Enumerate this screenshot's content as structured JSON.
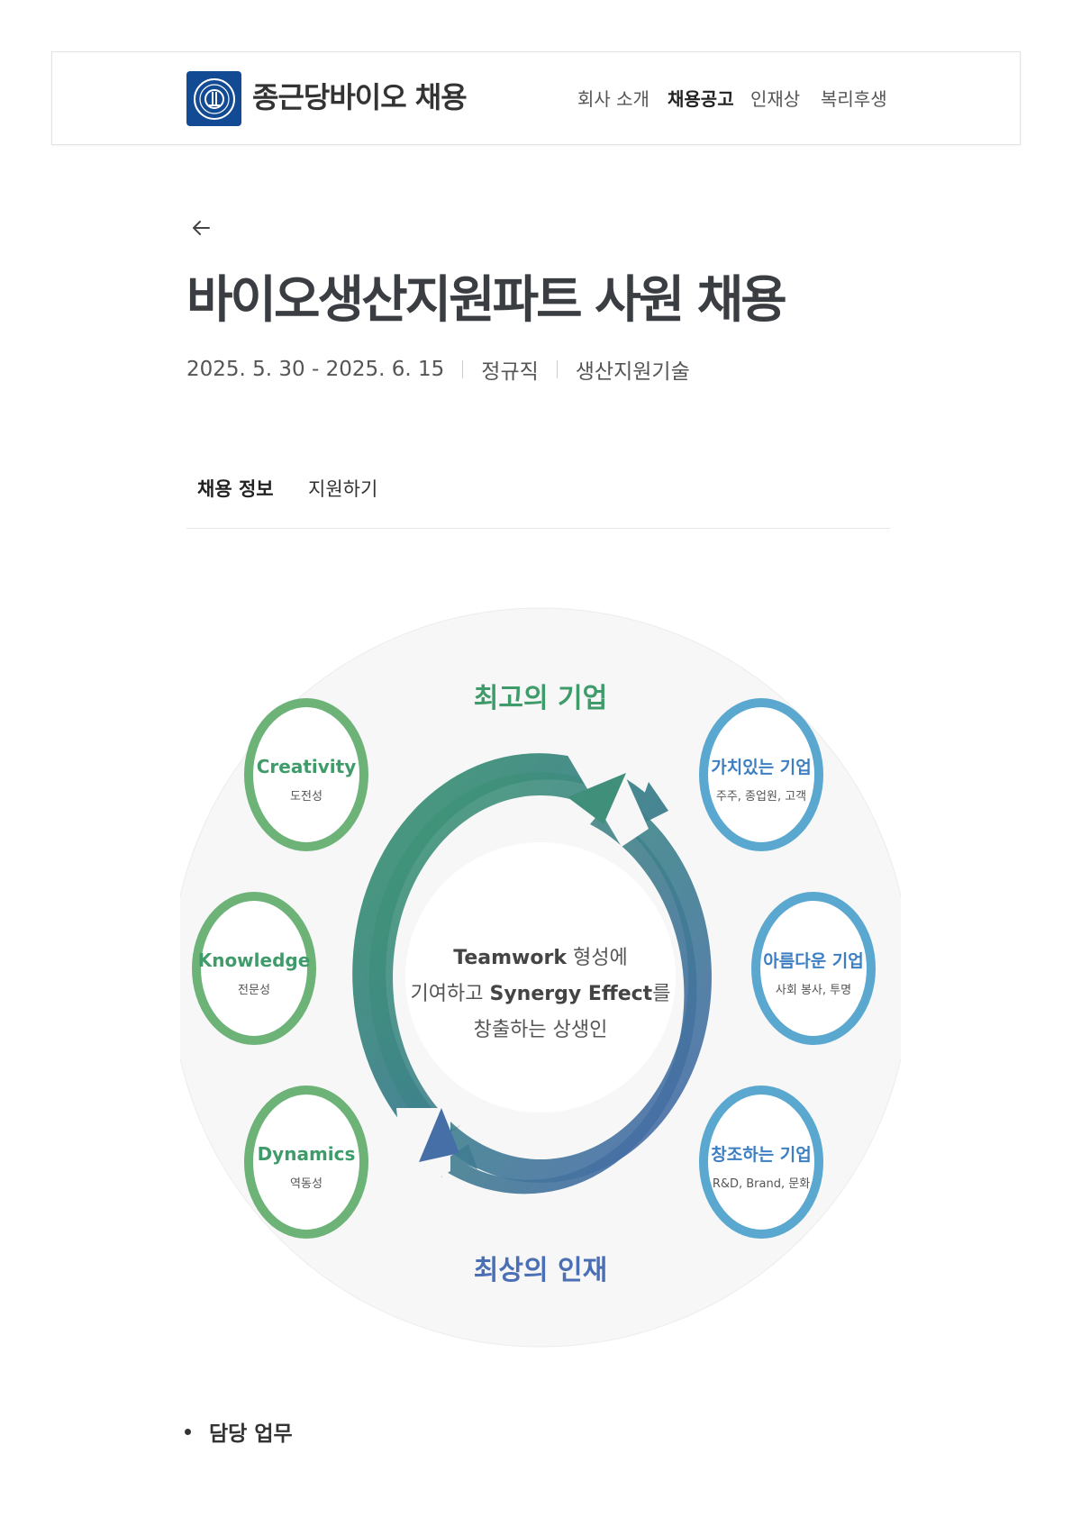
{
  "header": {
    "brand": "종근당바이오 채용",
    "nav": [
      {
        "label": "회사 소개",
        "active": false
      },
      {
        "label": "채용공고",
        "active": true
      },
      {
        "label": "인재상",
        "active": false
      },
      {
        "label": "복리후생",
        "active": false
      }
    ]
  },
  "job": {
    "title": "바이오생산지원파트 사원 채용",
    "period": "2025. 5. 30 - 2025. 6. 15",
    "employment_type": "정규직",
    "category": "생산지원기술"
  },
  "tabs": [
    {
      "label": "채용 정보",
      "active": true
    },
    {
      "label": "지원하기",
      "active": false
    }
  ],
  "diagram": {
    "top_label": "최고의 기업",
    "bottom_label": "최상의 인재",
    "center_line1_en": "Teamwork",
    "center_line1_ko": " 형성에",
    "center_line2_ko": "기여하고 ",
    "center_line2_en": "Synergy Effect",
    "center_line2_ko2": "를",
    "center_line3": "창출하는 상생인",
    "left_circles": [
      {
        "title": "Creativity",
        "subtitle": "도전성"
      },
      {
        "title": "Knowledge",
        "subtitle": "전문성"
      },
      {
        "title": "Dynamics",
        "subtitle": "역동성"
      }
    ],
    "right_circles": [
      {
        "title": "가치있는 기업",
        "subtitle": "주주, 종업원, 고객"
      },
      {
        "title": "아름다운 기업",
        "subtitle": "사회 봉사, 투명"
      },
      {
        "title": "창조하는 기업",
        "subtitle": "R&D, Brand, 문화"
      }
    ],
    "colors": {
      "green": "#6db378",
      "green_text": "#3f9c6a",
      "blue": "#5aa8d0",
      "blue_text": "#3d7fc2",
      "bottom_text": "#4a6fb5"
    }
  },
  "section": {
    "heading": "담당 업무"
  }
}
